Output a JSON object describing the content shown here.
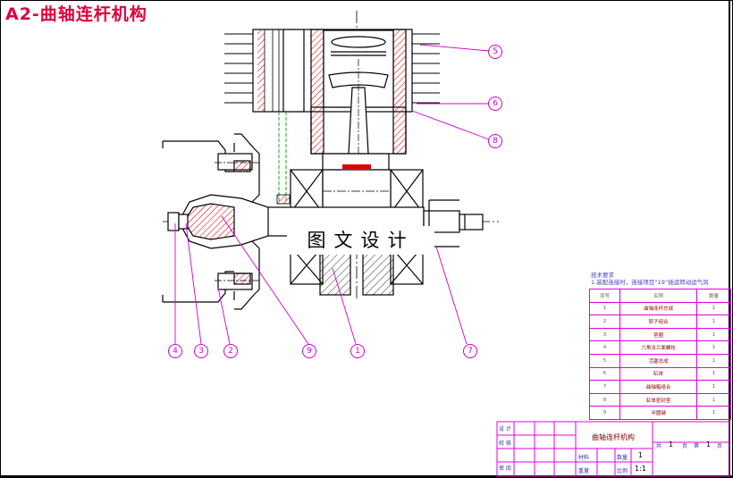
{
  "title": "A2-曲轴连杆机构",
  "watermark": "图文设计",
  "callouts": [
    "5",
    "6",
    "8",
    "4",
    "3",
    "2",
    "9",
    "1",
    "7"
  ],
  "technical_requirements": {
    "heading": "技术要求",
    "note": "1.装配连接时，连接项目“19”插运转动运气风"
  },
  "parts_table": {
    "header": {
      "no": "序号",
      "name": "名称",
      "qty": "数量"
    },
    "rows": [
      {
        "no": "1",
        "name": "曲轴连杆总成",
        "qty": "1"
      },
      {
        "no": "2",
        "name": "转子组合",
        "qty": "1"
      },
      {
        "no": "3",
        "name": "垫圈",
        "qty": "1"
      },
      {
        "no": "4",
        "name": "六角法兰面螺栓",
        "qty": "1"
      },
      {
        "no": "5",
        "name": "活塞总成",
        "qty": "1"
      },
      {
        "no": "6",
        "name": "缸体",
        "qty": "1"
      },
      {
        "no": "7",
        "name": "曲轴箱组合",
        "qty": "1"
      },
      {
        "no": "8",
        "name": "缸体密封垫",
        "qty": "1"
      },
      {
        "no": "9",
        "name": "半圆键",
        "qty": "1"
      }
    ]
  },
  "title_block": {
    "design": "设 计",
    "check": "校 核",
    "review": "审 阅",
    "drawing_name": "曲轴连杆机构",
    "sheet_label": "共",
    "sheet_total": "1",
    "sheet_unit": "页",
    "page_label": "第",
    "page_no": "1",
    "page_unit": "页",
    "material_label": "材料",
    "quantity_label": "数量",
    "quantity_value": "1",
    "weight_label": "重量",
    "scale_label": "比例",
    "scale_value": "1:1"
  },
  "colors": {
    "title": "#e0003a",
    "outline": "#000000",
    "callout": "#d000d0",
    "section_hatch": "#e00000",
    "hidden_line": "#00a000",
    "table_border": "#e000e0"
  }
}
